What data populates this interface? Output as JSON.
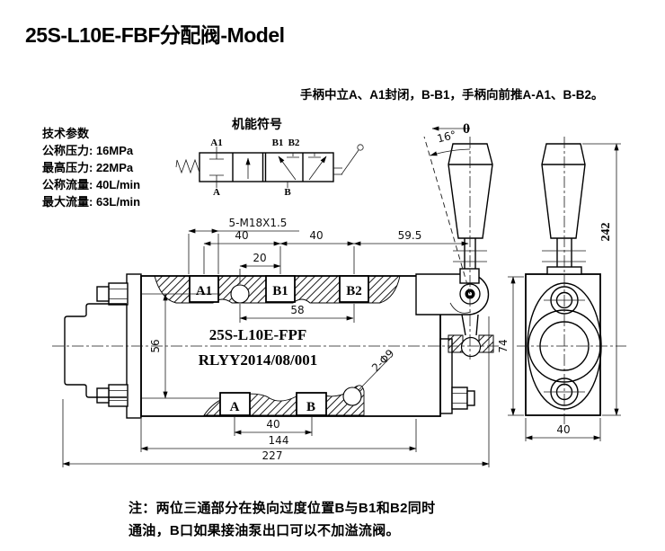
{
  "title": "25S-L10E-FBF分配阀-Model",
  "top_note": "手柄中立A、A1封闭，B-B1，手柄向前推A-A1、B-B2。",
  "tech_params": {
    "heading": "技术参数",
    "lines": [
      "公称压力: 16MPa",
      "最高压力: 22MPa",
      "公称流量: 40L/min",
      "最大流量: 63L/min"
    ]
  },
  "symbol": {
    "title": "机能符号",
    "port_a1": "A1",
    "port_b1": "B1",
    "port_b2": "B2",
    "port_a": "A",
    "port_b": "B"
  },
  "main_view": {
    "ports_top": {
      "a1": "A1",
      "b1": "B1",
      "b2": "B2"
    },
    "ports_bottom": {
      "a": "A",
      "b": "B"
    },
    "model_text": "25S-L10E-FPF",
    "serial_text": "RLYY2014/08/001",
    "dims": {
      "thread": "5-M18X1.5",
      "pitch_a": "40",
      "pitch_b": "40",
      "d59": "59.5",
      "d20": "20",
      "d58": "58",
      "d56": "56",
      "bottom_pitch": "40",
      "d144": "144",
      "d227": "227",
      "holes": "2-Φ9",
      "angle": "16°",
      "zero": "0"
    }
  },
  "side_view": {
    "dims": {
      "d242": "242",
      "d74": "74",
      "d40": "40"
    }
  },
  "bottom_note": {
    "line1": "注：两位三通部分在换向过度位置B与B1和B2同时",
    "line2": "通油，B口如果接油泵出口可以不加溢流阀。"
  }
}
